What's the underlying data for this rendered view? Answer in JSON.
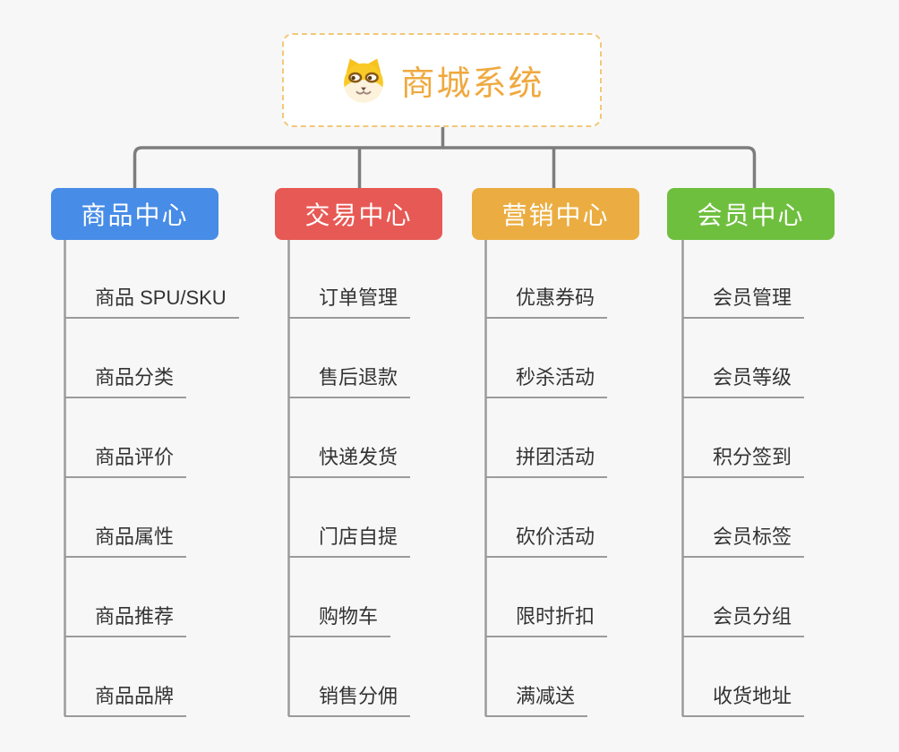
{
  "canvas": {
    "background": "#f7f7f7",
    "tree_connector_color": "#7d7d7d",
    "list_line_color": "#9b9b9b",
    "item_text_color": "#333333"
  },
  "root": {
    "title": "商城系统",
    "icon": "dog-face-icon",
    "text_color": "#EFA93F",
    "border_color": "#f2c879",
    "background": "#ffffff"
  },
  "branches": [
    {
      "label": "商品中心",
      "color": "#478CE7",
      "items": [
        "商品 SPU/SKU",
        "商品分类",
        "商品评价",
        "商品属性",
        "商品推荐",
        "商品品牌"
      ]
    },
    {
      "label": "交易中心",
      "color": "#E75955",
      "items": [
        "订单管理",
        "售后退款",
        "快递发货",
        "门店自提",
        "购物车",
        "销售分佣"
      ]
    },
    {
      "label": "营销中心",
      "color": "#EBAD41",
      "items": [
        "优惠券码",
        "秒杀活动",
        "拼团活动",
        "砍价活动",
        "限时折扣",
        "满减送"
      ]
    },
    {
      "label": "会员中心",
      "color": "#6FBF3F",
      "items": [
        "会员管理",
        "会员等级",
        "积分签到",
        "会员标签",
        "会员分组",
        "收货地址"
      ]
    }
  ]
}
